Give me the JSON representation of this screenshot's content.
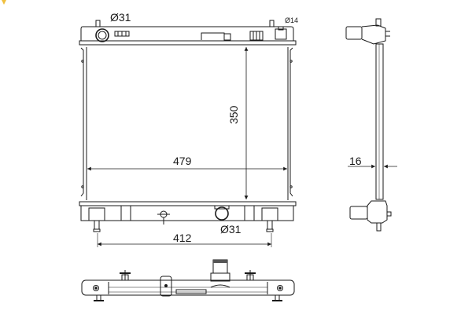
{
  "drawing": {
    "subject": "radiator",
    "views": [
      "front",
      "side",
      "top"
    ],
    "line_color": "#1a1a1a",
    "background": "#ffffff",
    "accent_mark_color": "#f0c040"
  },
  "dimensions": {
    "inlet_top_diameter": "Ø31",
    "small_port_diameter": "Ø14",
    "core_height": "350",
    "core_width": "479",
    "outlet_bottom_diameter": "Ø31",
    "mount_spacing": "412",
    "core_thickness": "16"
  }
}
